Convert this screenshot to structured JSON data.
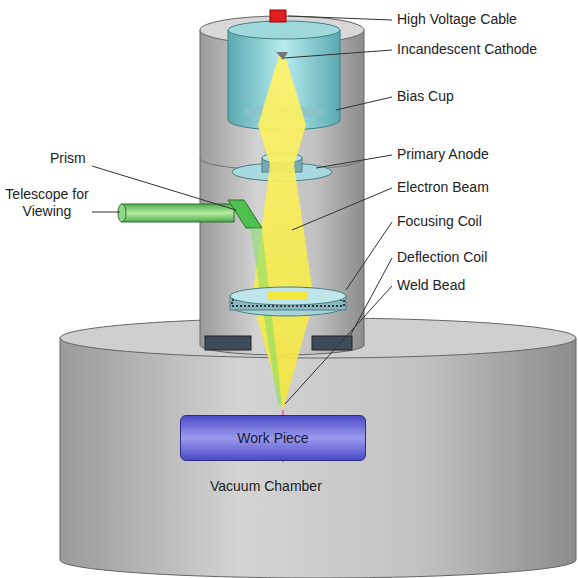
{
  "diagram": {
    "nodes": [
      {
        "text": [
          "Work Piece"
        ]
      }
    ],
    "labels": [
      "High Voltage Cable",
      "Incandescent Cathode",
      "Bias Cup",
      "Primary Anode",
      "Electron Beam",
      "Focusing Coil",
      "Deflection Coil",
      "Weld Bead",
      "Prism",
      "Telescope for Viewing",
      "Vacuum Chamber"
    ]
  }
}
